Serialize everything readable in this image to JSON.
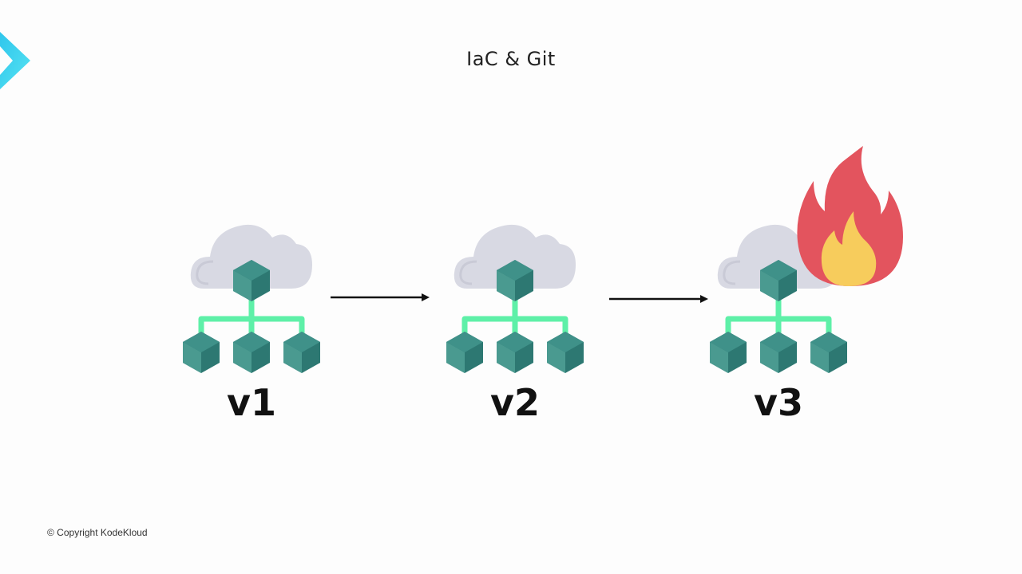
{
  "slide": {
    "title": "IaC & Git",
    "copyright": "© Copyright KodeKloud"
  },
  "versions": [
    {
      "label": "v1",
      "icon": "cloud-network-icon"
    },
    {
      "label": "v2",
      "icon": "cloud-network-icon"
    },
    {
      "label": "v3",
      "icon": "cloud-network-icon",
      "status_icon": "fire-icon"
    }
  ],
  "colors": {
    "cloud": "#d8d9e3",
    "cube_dark": "#2d7872",
    "cube_light": "#4a9a90",
    "connector": "#5ef0a8",
    "fire_outer": "#e3545e",
    "fire_inner": "#f7cc5c",
    "logo_accent": "#3bd4ee"
  }
}
